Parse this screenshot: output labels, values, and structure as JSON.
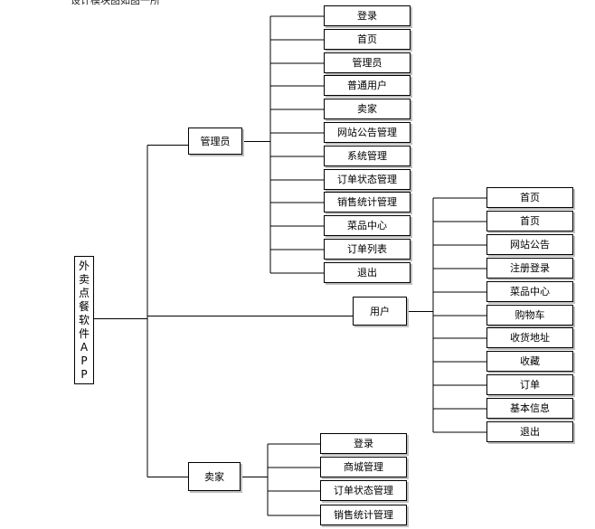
{
  "caption": "设计模块图如图一所",
  "root": {
    "label": "外卖点餐软件APP"
  },
  "groups": [
    {
      "label": "管理员",
      "items": [
        "登录",
        "首页",
        "管理员",
        "普通用户",
        "卖家",
        "网站公告管理",
        "系统管理",
        "订单状态管理",
        "销售统计管理",
        "菜品中心",
        "订单列表",
        "退出"
      ]
    },
    {
      "label": "用户",
      "items": [
        "首页",
        "首页",
        "网站公告",
        "注册登录",
        "菜品中心",
        "购物车",
        "收货地址",
        "收藏",
        "订单",
        "基本信息",
        "退出"
      ]
    },
    {
      "label": "卖家",
      "items": [
        "登录",
        "商城管理",
        "订单状态管理",
        "销售统计管理"
      ]
    }
  ]
}
